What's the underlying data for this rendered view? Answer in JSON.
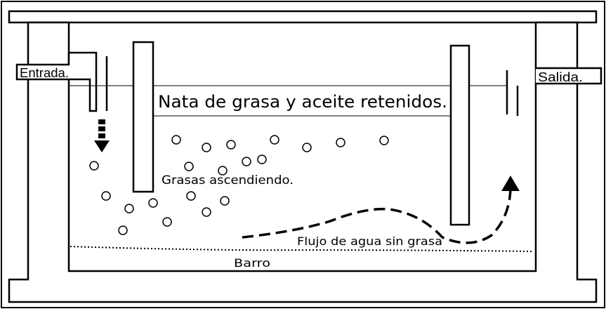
{
  "labels": {
    "inlet": "Entrada.",
    "outlet": "Salida.",
    "grease_layer": "Nata de grasa y aceite retenidos.",
    "rising_grease": "Grasas ascendiendo.",
    "water_flow": "Flujo de agua sin grasa",
    "sludge": "Barro"
  },
  "colors": {
    "stroke": "#000000",
    "background": "#ffffff"
  },
  "icons": {
    "inflow_arrow": "arrow-down-dashed",
    "outflow_arrow": "arrow-up-dashed"
  }
}
